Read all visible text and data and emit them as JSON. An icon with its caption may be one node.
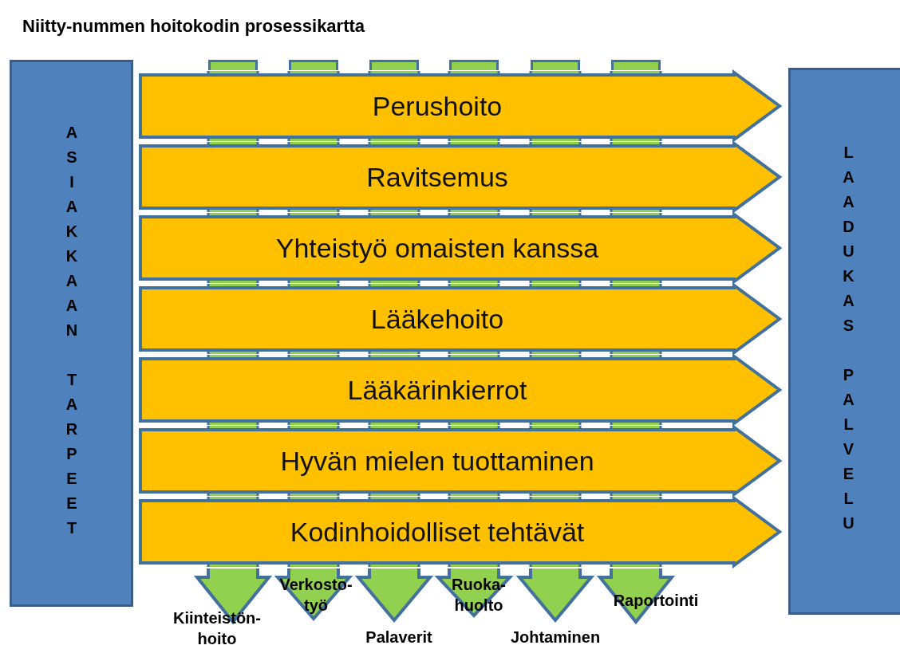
{
  "diagram": {
    "title": "Niitty-nummen hoitokodin prosessikartta",
    "nodes": [
      {
        "text": [
          "ASIAKKAAN TARPEET"
        ]
      },
      {
        "text": [
          "Perushoito"
        ]
      },
      {
        "text": [
          "Ravitsemus"
        ]
      },
      {
        "text": [
          "Yhteistyö omaisten kanssa"
        ]
      },
      {
        "text": [
          "Lääkehoito"
        ]
      },
      {
        "text": [
          "Lääkärinkierrot"
        ]
      },
      {
        "text": [
          "Hyvän mielen tuottaminen"
        ]
      },
      {
        "text": [
          "Kodinhoidolliset tehtävät"
        ]
      },
      {
        "text": [
          "LAADUKAS PALVELU"
        ]
      },
      {
        "text": [
          "Kiinteistön- hoito"
        ]
      },
      {
        "text": [
          "Verkosto- työ"
        ]
      },
      {
        "text": [
          "Palaverit"
        ]
      },
      {
        "text": [
          "Ruoka- huolto"
        ]
      },
      {
        "text": [
          "Johtaminen"
        ]
      },
      {
        "text": [
          "Raportointi"
        ]
      }
    ],
    "edges": []
  }
}
